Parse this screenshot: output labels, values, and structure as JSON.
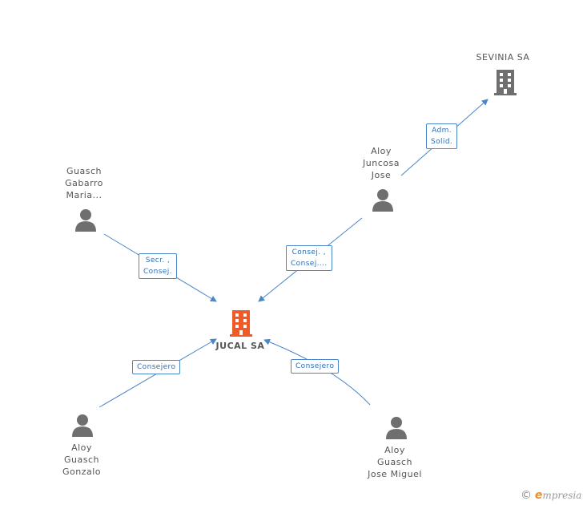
{
  "nodes": {
    "jucal": {
      "label": "JUCAL SA"
    },
    "sevinia": {
      "label": "SEVINIA SA"
    },
    "guasch_gabarro": {
      "lines": [
        "Guasch",
        "Gabarro",
        "Maria..."
      ]
    },
    "aloy_juncosa": {
      "lines": [
        "Aloy",
        "Juncosa",
        "Jose"
      ]
    },
    "aloy_guasch_gonzalo": {
      "lines": [
        "Aloy",
        "Guasch",
        "Gonzalo"
      ]
    },
    "aloy_guasch_jose_miguel": {
      "lines": [
        "Aloy",
        "Guasch",
        "Jose Miguel"
      ]
    }
  },
  "edges": {
    "adm_solid": [
      "Adm.",
      "Solid."
    ],
    "secr_consej": [
      "Secr. ,",
      "Consej."
    ],
    "consej_consej": [
      "Consej. ,",
      "Consej...."
    ],
    "consejero_left": [
      "Consejero"
    ],
    "consejero_right": [
      "Consejero"
    ]
  },
  "colors": {
    "main_company": "#f05a28",
    "company": "#6f6f6f",
    "person": "#6f6f6f",
    "edge": "#4a86c8"
  },
  "branding": {
    "copyright": "©",
    "logo_initial": "e",
    "logo_rest": "mpresia"
  }
}
